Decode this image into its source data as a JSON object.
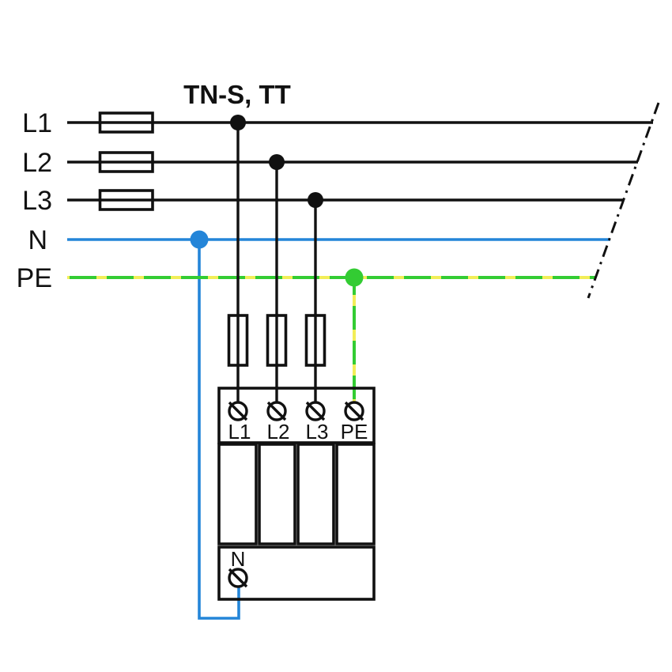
{
  "title": "TN-S, TT",
  "colors": {
    "wire_black": "#111111",
    "neutral_blue": "#2485d8",
    "pe_green": "#33cc33",
    "pe_yellow": "#f2ee58"
  },
  "bus": {
    "labels": [
      "L1",
      "L2",
      "L3",
      "N",
      "PE"
    ]
  },
  "device": {
    "top_terminals": [
      "L1",
      "L2",
      "L3",
      "PE"
    ],
    "bottom_terminal": "N"
  }
}
